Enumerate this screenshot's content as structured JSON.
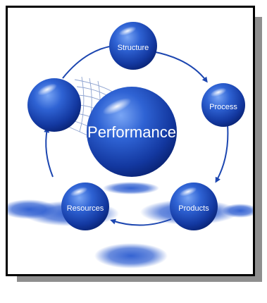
{
  "diagram": {
    "center_label": "Performance",
    "nodes": [
      {
        "label": "Structure"
      },
      {
        "label": "Process"
      },
      {
        "label": "Products"
      },
      {
        "label": "Resources"
      },
      {
        "label": ""
      }
    ],
    "colors": {
      "sphere_dark": "#0a2a88",
      "sphere_mid": "#1a4fc8",
      "sphere_light": "#6e9cf0",
      "arrow": "#1c46b0",
      "shadow": "#2d5fcf"
    }
  }
}
